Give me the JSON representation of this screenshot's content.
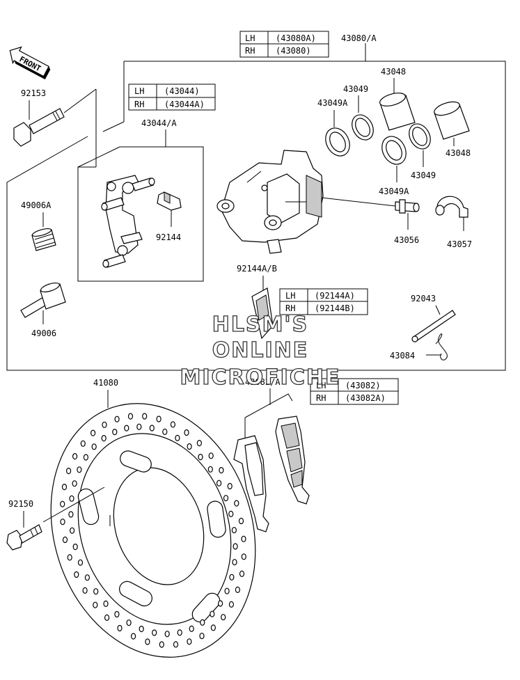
{
  "front_arrow": {
    "text": "FRONT"
  },
  "labels": {
    "p43080": "43080/A",
    "p43048_top": "43048",
    "p43049_top": "43049",
    "p43049A_top": "43049A",
    "p43048_right": "43048",
    "p43049_right": "43049",
    "p43049A_bottom": "43049A",
    "p43056": "43056",
    "p43057": "43057",
    "p92153": "92153",
    "p43044": "43044/A",
    "p92144": "92144",
    "p49006A": "49006A",
    "p49006": "49006",
    "p92144AB": "92144A/B",
    "p92043": "92043",
    "p43084": "43084",
    "p41080": "41080",
    "p43082": "43082/A",
    "p92150": "92150"
  },
  "tables": {
    "t43080": {
      "r1c1": "LH",
      "r1c2": "(43080A)",
      "r2c1": "RH",
      "r2c2": "(43080)"
    },
    "t43044": {
      "r1c1": "LH",
      "r1c2": "(43044)",
      "r2c1": "RH",
      "r2c2": "(43044A)"
    },
    "t92144": {
      "r1c1": "LH",
      "r1c2": "(92144A)",
      "r2c1": "RH",
      "r2c2": "(92144B)"
    },
    "t43082": {
      "r1c1": "LH",
      "r1c2": "(43082)",
      "r2c1": "RH",
      "r2c2": "(43082A)"
    }
  },
  "watermark": {
    "line1": "HLSM'S",
    "line2": "ONLINE",
    "line3": "MICROFICHE"
  }
}
